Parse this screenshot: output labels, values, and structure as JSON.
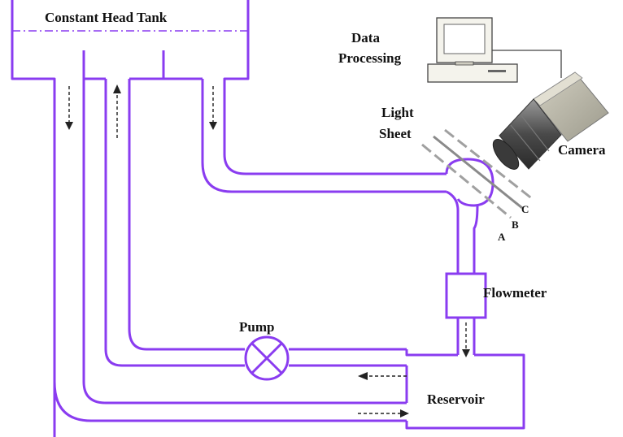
{
  "labels": {
    "tank": "Constant Head Tank",
    "data_processing_line1": "Data",
    "data_processing_line2": "Processing",
    "light_sheet_line1": "Light",
    "light_sheet_line2": "Sheet",
    "camera": "Camera",
    "plane_a": "A",
    "plane_b": "B",
    "plane_c": "C",
    "flowmeter": "Flowmeter",
    "pump": "Pump",
    "reservoir": "Reservoir"
  },
  "colors": {
    "pipe": "#8a3cf0",
    "water_level": "#8a3cf0",
    "arrows": "#222222",
    "light_sheet": "#a0a0a0",
    "camera_body": "#b9b6a6"
  },
  "icons": {
    "computer": "computer-icon",
    "camera": "camera-icon",
    "pump": "pump-symbol"
  }
}
